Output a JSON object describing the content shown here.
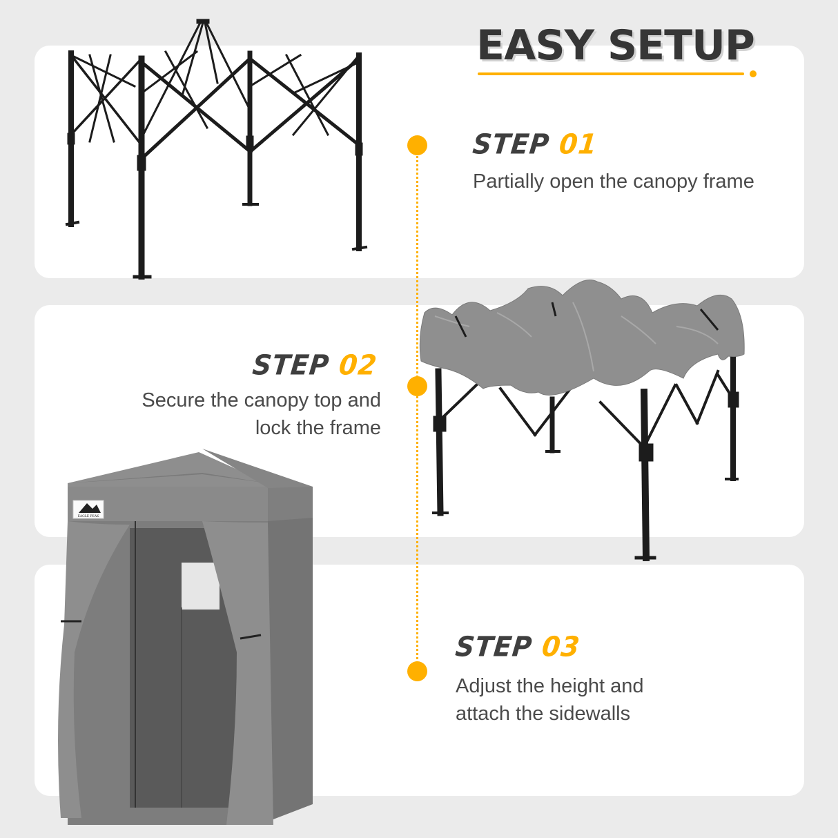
{
  "header": {
    "title": "EASY SETUP",
    "accent_color": "#ffb000",
    "text_color": "#363636"
  },
  "steps": [
    {
      "word": "STEP",
      "number": "01",
      "description": [
        "Partially open the canopy frame"
      ],
      "image": "open-canopy-frame-illustration"
    },
    {
      "word": "STEP",
      "number": "02",
      "description": [
        "Secure the canopy top and",
        "lock the frame"
      ],
      "image": "canopy-top-on-frame-illustration"
    },
    {
      "word": "STEP",
      "number": "03",
      "description": [
        "Adjust the height and",
        "attach the sidewalls"
      ],
      "image": "shower-tent-with-sidewalls-illustration"
    }
  ],
  "brand_label": "EAGLE PEAK",
  "colors": {
    "background": "#ebebeb",
    "card": "#ffffff",
    "accent": "#ffb000",
    "canopy_fabric": "#8f8f8f",
    "frame": "#1e1e1e"
  }
}
